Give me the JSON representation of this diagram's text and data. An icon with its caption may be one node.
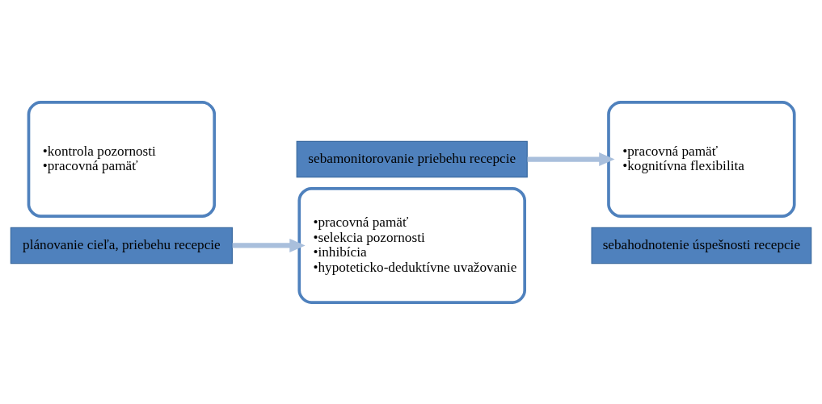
{
  "diagram": {
    "nodes": [
      {
        "text": [
          "•kontrola pozornosti",
          "•pracovná pamäť"
        ]
      },
      {
        "text": [
          "plánovanie cieľa, priebehu recepcie"
        ]
      },
      {
        "text": [
          "sebamonitorovanie priebehu recepcie"
        ]
      },
      {
        "text": [
          "•pracovná pamäť",
          "•selekcia pozornosti",
          "•inhibícia",
          "•hypoteticko-deduktívne uvažovanie"
        ]
      },
      {
        "text": [
          "•pracovná pamäť",
          "•kognitívna flexibilita"
        ]
      },
      {
        "text": [
          "sebahodnotenie úspešnosti recepcie"
        ]
      }
    ],
    "edges": [
      {
        "from": 1,
        "to": 3,
        "arrow": "to"
      },
      {
        "from": 2,
        "to": 4,
        "arrow": "to"
      }
    ]
  }
}
